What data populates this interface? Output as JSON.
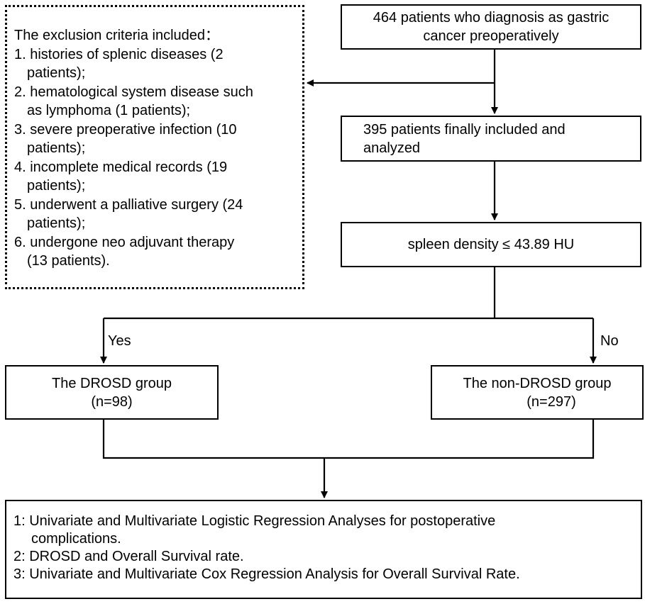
{
  "boxes": {
    "enrolled": {
      "line1": "464 patients who diagnosis as gastric",
      "line2": "cancer preoperatively"
    },
    "included": {
      "line1": "395 patients finally included and",
      "line2": "analyzed"
    },
    "criterion": {
      "text": "spleen density ≤ 43.89 HU"
    },
    "drosd_group": {
      "line1": "The DROSD group",
      "line2": "(n=98)"
    },
    "non_drosd_group": {
      "line1": "The non-DROSD group",
      "line2": "(n=297)"
    }
  },
  "exclusion": {
    "title": "The exclusion criteria included：",
    "items": [
      {
        "line1": "1. histories of splenic diseases (2",
        "line2": "patients);"
      },
      {
        "line1": "2. hematological system disease such",
        "line2": "as lymphoma (1 patients);"
      },
      {
        "line1": "3. severe preoperative infection (10",
        "line2": "patients);"
      },
      {
        "line1": "4. incomplete medical records (19",
        "line2": "patients);"
      },
      {
        "line1": "5. underwent a  palliative surgery (24",
        "line2": "patients);"
      },
      {
        "line1": "6. undergone neo adjuvant therapy",
        "line2": "(13 patients)."
      }
    ]
  },
  "branch_labels": {
    "yes": "Yes",
    "no": "No"
  },
  "analyses": {
    "items": [
      {
        "line1": "1: Univariate and Multivariate Logistic Regression Analyses for postoperative",
        "line2": "complications."
      },
      {
        "line1": "2: DROSD and Overall Survival rate."
      },
      {
        "line1": "3: Univariate and Multivariate Cox Regression Analysis for Overall Survival Rate."
      }
    ]
  }
}
